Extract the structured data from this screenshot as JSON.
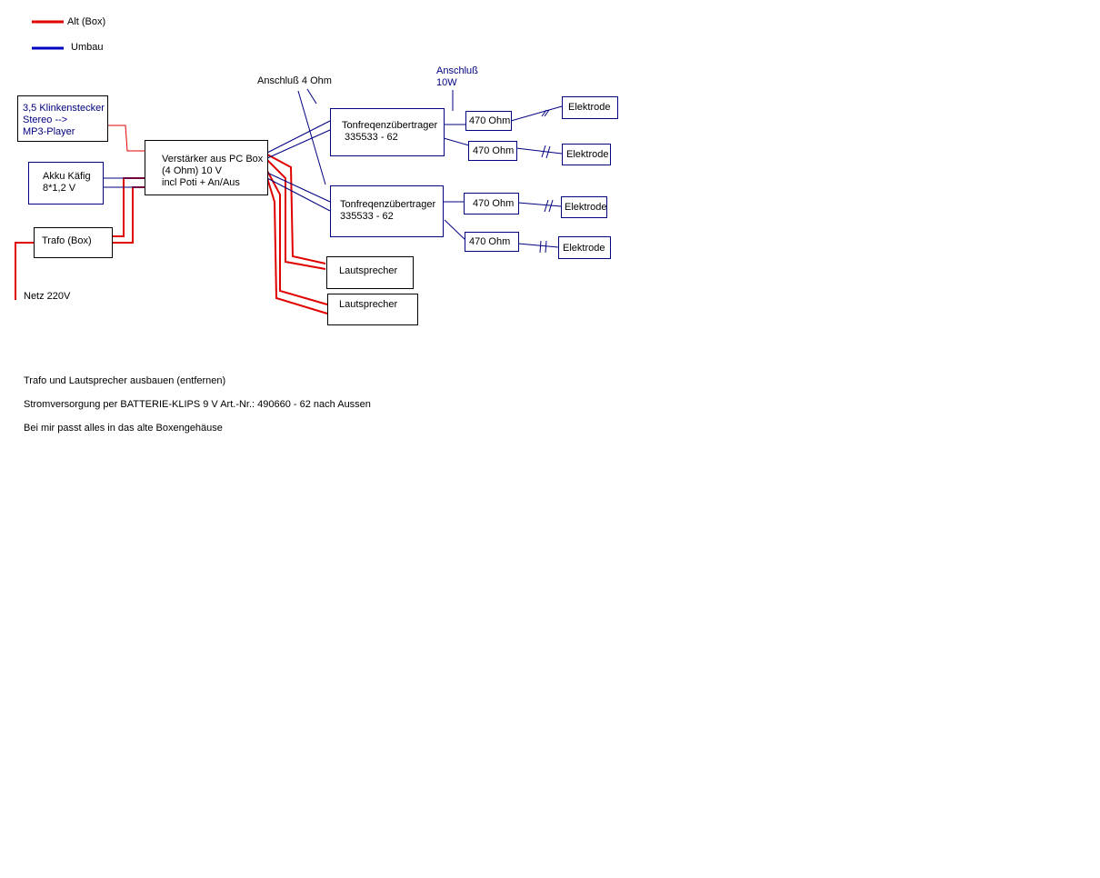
{
  "colors": {
    "old": "#e00000",
    "new": "#0000c0",
    "text_blue": "#000080",
    "text": "#000000"
  },
  "legend": {
    "old_label": "Alt (Box)",
    "new_label": "Umbau"
  },
  "blocks": {
    "jack": "3,5 Klinkenstecker\nStereo -->\nMP3-Player",
    "battery": "Akku Käfig\n8*1,2 V",
    "trafo": "Trafo (Box)",
    "mains": "Netz 220V",
    "amplifier": "Verstärker aus PC Box\n(4 Ohm) 10 V\nincl Poti + An/Aus",
    "transformer1": "Tonfreqenzübertrager\n 335533 - 62",
    "transformer2": "Tonfreqenzübertrager\n335533 - 62",
    "resistor1": "470 Ohm",
    "resistor2": "470 Ohm",
    "resistor3": "470 Ohm",
    "resistor4": "470 Ohm",
    "electrode1": "Elektrode",
    "electrode2": "Elektrode",
    "electrode3": "Elektrode",
    "electrode4": "Elektrode",
    "speaker1": "Lautsprecher",
    "speaker2": "Lautsprecher"
  },
  "annotations": {
    "connection_4ohm": "Anschluß 4 Ohm",
    "connection_10w": "Anschluß\n10W"
  },
  "notes": [
    "Trafo und Lautsprecher ausbauen (entfernen)",
    "Stromversorgung per BATTERIE-KLIPS 9 V Art.-Nr.: 490660 - 62 nach Aussen",
    "Bei mir passt alles in das alte Boxengehäuse"
  ]
}
